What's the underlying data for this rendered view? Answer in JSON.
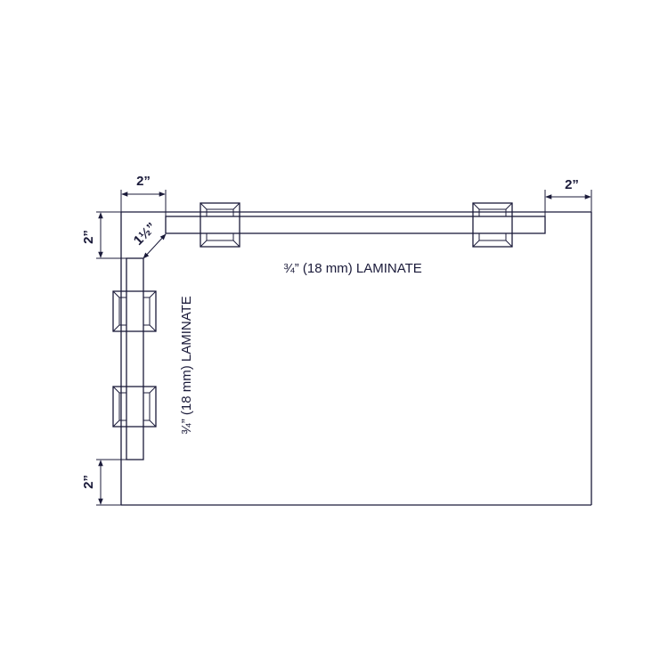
{
  "labels": {
    "dim_top_left": "2”",
    "dim_top_right": "2”",
    "dim_left_upper": "2”",
    "dim_left_lower": "2”",
    "dim_diagonal": "1½”",
    "laminate_horizontal": "¾” (18 mm) LAMINATE",
    "laminate_vertical": "¾” (18 mm) LAMINATE"
  },
  "colors": {
    "line": "#1b1b3a",
    "background": "#ffffff"
  }
}
